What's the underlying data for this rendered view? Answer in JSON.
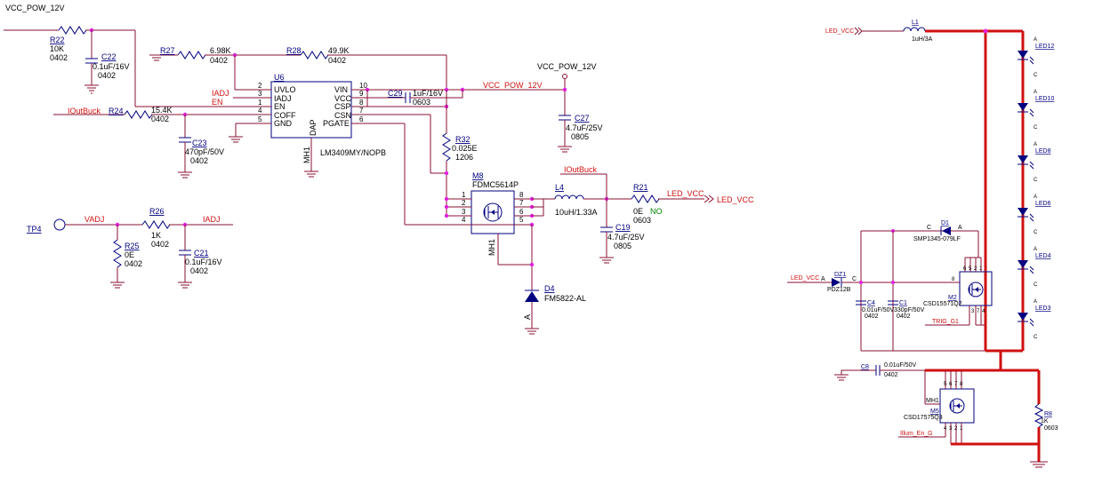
{
  "nets": {
    "vcc_top": "VCC_POW_12V",
    "vcc_right": "VCC_POW_12V",
    "vcc_mid": "VCC_POW_12V",
    "iadj_in": "IADJ",
    "en_in": "EN",
    "ioutbuck_in": "IOutBuck",
    "ioutbuck_out": "IOutBuck",
    "led_vcc_out": "LED_VCC",
    "led_vcc_port": "LED_VCC",
    "vadj": "VADJ",
    "iadj_out": "IADJ",
    "led_vcc_right": "LED_VCC",
    "led_vcc_dz": "LED_VCC",
    "trig": "TRIG_G1",
    "illum": "Illum_En_G"
  },
  "components": {
    "r22": {
      "ref": "R22",
      "value": "10K",
      "pkg": "0402"
    },
    "c22": {
      "ref": "C22",
      "value": "0.1uF/16V",
      "pkg": "0402"
    },
    "r27": {
      "ref": "R27",
      "value": "6.98K",
      "pkg": "0402"
    },
    "r28": {
      "ref": "R28",
      "value": "49.9K",
      "pkg": "0402"
    },
    "r24": {
      "ref": "R24",
      "value": "15.4K",
      "pkg": "0402"
    },
    "c23": {
      "ref": "C23",
      "value": "470pF/50V",
      "pkg": "0402"
    },
    "c29": {
      "ref": "C29",
      "value": "1uF/16V",
      "pkg": "0603"
    },
    "c27": {
      "ref": "C27",
      "value": "4.7uF/25V",
      "pkg": "0805"
    },
    "r32": {
      "ref": "R32",
      "value": "0.025E",
      "pkg": "1206"
    },
    "m8": {
      "ref": "M8",
      "value": "FDMC5614P",
      "mh": "MH1"
    },
    "l4": {
      "ref": "L4",
      "value": "10uH/1.33A"
    },
    "r21": {
      "ref": "R21",
      "value": "0E",
      "pkg": "0603",
      "note": "NO"
    },
    "c19": {
      "ref": "C19",
      "value": "4.7uF/25V",
      "pkg": "0805"
    },
    "d4": {
      "ref": "D4",
      "value": "FM5822-AL",
      "anode": "A"
    },
    "r26": {
      "ref": "R26",
      "value": "1K",
      "pkg": "0402"
    },
    "r25": {
      "ref": "R25",
      "value": "0E",
      "pkg": "0402"
    },
    "c21": {
      "ref": "C21",
      "value": "0.1uF/16V",
      "pkg": "0402"
    },
    "tp4": {
      "ref": "TP4"
    },
    "u6": {
      "ref": "U6",
      "part": "LM3409MY/NOPB",
      "mh": "MH1",
      "dap": "DAP",
      "left_pins": [
        {
          "num": "2",
          "name": "UVLO"
        },
        {
          "num": "3",
          "name": "IADJ"
        },
        {
          "num": "1",
          "name": "EN"
        },
        {
          "num": "4",
          "name": "COFF"
        },
        {
          "num": "5",
          "name": "GND"
        }
      ],
      "right_pins": [
        {
          "num": "10",
          "name": "VIN"
        },
        {
          "num": "9",
          "name": "VCC"
        },
        {
          "num": "8",
          "name": "CSP"
        },
        {
          "num": "7",
          "name": "CSN"
        },
        {
          "num": "6",
          "name": "PGATE"
        }
      ]
    },
    "l1": {
      "ref": "L1",
      "value": "1uH/3A"
    },
    "d1": {
      "ref": "D1",
      "value": "SMP1345-079LF",
      "k": "C",
      "a": "A"
    },
    "dz1": {
      "ref": "DZ1",
      "value": "PDZ12B",
      "a": "A",
      "k": "C"
    },
    "c4": {
      "ref": "C4",
      "value": "0.01uF/50V",
      "pkg": "0402"
    },
    "c1": {
      "ref": "C1",
      "value": "330pF/50V",
      "pkg": "0402"
    },
    "m2": {
      "ref": "M2",
      "value": "CSD15571Q2"
    },
    "c8": {
      "ref": "C8",
      "value": "0.01uF/50V",
      "pkg": "0402"
    },
    "m5": {
      "ref": "M5",
      "value": "CSD17575Q3",
      "mh": "MH1"
    },
    "r8": {
      "ref": "R8",
      "value": "1K",
      "pkg": "0603"
    }
  },
  "leds": [
    {
      "ref": "LED12"
    },
    {
      "ref": "LED10"
    },
    {
      "ref": "LED8"
    },
    {
      "ref": "LED6"
    },
    {
      "ref": "LED4"
    },
    {
      "ref": "LED3"
    }
  ],
  "led_pin_a": "A",
  "led_pin_c": "C"
}
